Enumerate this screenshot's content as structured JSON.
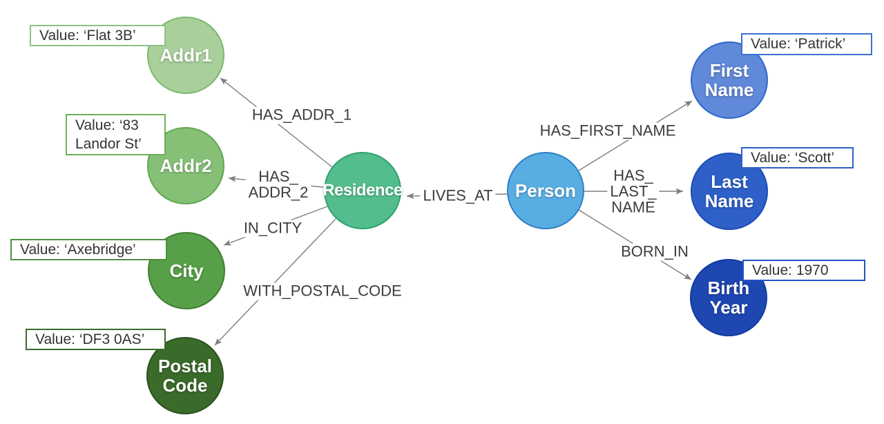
{
  "diagram": {
    "type": "graph-data-model",
    "nodes": [
      {
        "id": "addr1",
        "label": "Addr1",
        "fill": "#a9cf9b",
        "border": "#7cb96c"
      },
      {
        "id": "addr2",
        "label": "Addr2",
        "fill": "#85c076",
        "border": "#62a851"
      },
      {
        "id": "city",
        "label": "City",
        "fill": "#589f49",
        "border": "#3e7d31"
      },
      {
        "id": "postal-code",
        "label": "Postal Code",
        "fill": "#3a6b2a",
        "border": "#2a5120"
      },
      {
        "id": "residence",
        "label": "Residence",
        "fill": "#54bd8d",
        "border": "#2fa06d"
      },
      {
        "id": "person",
        "label": "Person",
        "fill": "#58aee3",
        "border": "#2d7fc4"
      },
      {
        "id": "first-name",
        "label": "First Name",
        "fill": "#6089d9",
        "border": "#2f66cc"
      },
      {
        "id": "last-name",
        "label": "Last Name",
        "fill": "#2e60c8",
        "border": "#1c4bb8"
      },
      {
        "id": "birth-year",
        "label": "Birth Year",
        "fill": "#1f47b2",
        "border": "#123a9e"
      }
    ],
    "relationships": [
      {
        "id": "has-addr-1",
        "from": "residence",
        "to": "addr1",
        "lines": [
          "HAS_ADDR_1"
        ]
      },
      {
        "id": "has-addr-2",
        "from": "residence",
        "to": "addr2",
        "lines": [
          "HAS_",
          "ADDR_2"
        ]
      },
      {
        "id": "in-city",
        "from": "residence",
        "to": "city",
        "lines": [
          "IN_CITY"
        ]
      },
      {
        "id": "with-postal-code",
        "from": "residence",
        "to": "postal-code",
        "lines": [
          "WITH_POSTAL_CODE"
        ]
      },
      {
        "id": "lives-at",
        "from": "person",
        "to": "residence",
        "lines": [
          "LIVES_AT"
        ]
      },
      {
        "id": "has-first-name",
        "from": "person",
        "to": "first-name",
        "lines": [
          "HAS_FIRST_NAME"
        ]
      },
      {
        "id": "has-last-name",
        "from": "person",
        "to": "last-name",
        "lines": [
          "HAS_",
          "LAST_",
          "NAME"
        ]
      },
      {
        "id": "born-in",
        "from": "person",
        "to": "birth-year",
        "lines": [
          "BORN_IN"
        ]
      }
    ],
    "value_labels": [
      {
        "id": "addr1",
        "text": "Value: ‘Flat 3B’",
        "border": "#8fbf82"
      },
      {
        "id": "addr2",
        "text": "Value: ‘83 Landor St’",
        "border": "#6cb05b"
      },
      {
        "id": "city",
        "text": "Value: ‘Axebridge’",
        "border": "#4e8f40"
      },
      {
        "id": "postal-code",
        "text": "Value: ‘DF3 0AS’",
        "border": "#3a6b2a"
      },
      {
        "id": "first-name",
        "text": "Value: ‘Patrick’",
        "border": "#3a70d2"
      },
      {
        "id": "last-name",
        "text": "Value: ‘Scott’",
        "border": "#2e60c8"
      },
      {
        "id": "birth-year",
        "text": "Value: 1970",
        "border": "#2453c5"
      }
    ],
    "colors": {
      "edge": "#7d7d7d",
      "relationship_text": "#3c3c3c",
      "value_text": "#333333",
      "background": "#ffffff"
    }
  }
}
